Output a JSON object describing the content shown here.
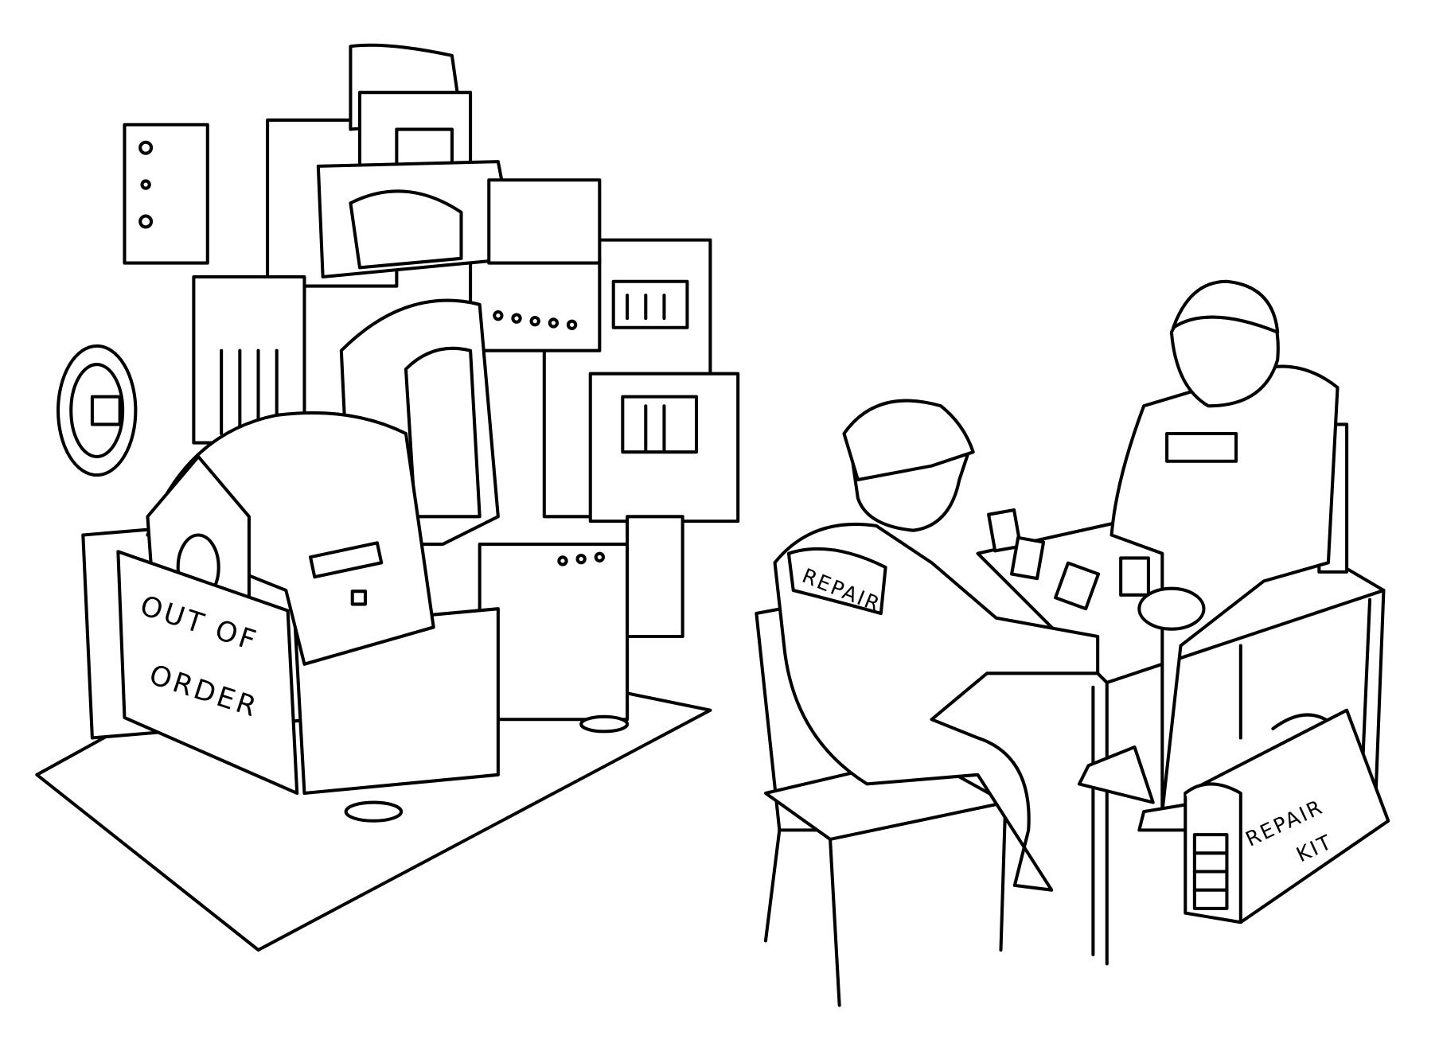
{
  "illustration": {
    "sign": {
      "line1": "OUT OF",
      "line2": "ORDER"
    },
    "jacket_patch": "REPAIR",
    "toolbox": {
      "line1": "REPAIR",
      "line2": "KIT"
    },
    "colors": {
      "ink": "#000000",
      "paper": "#ffffff"
    }
  }
}
